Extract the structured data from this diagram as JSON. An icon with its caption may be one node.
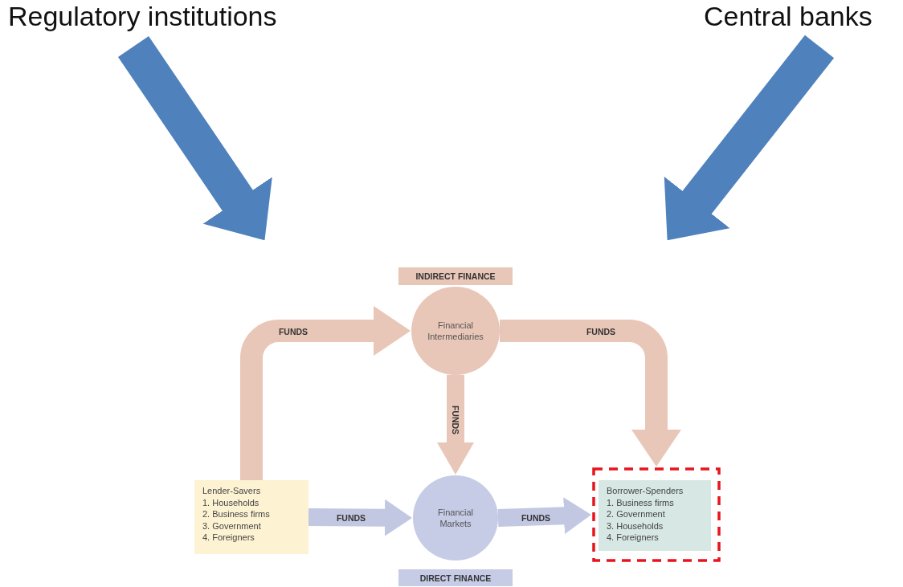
{
  "diagram": {
    "nodes": [
      {
        "text": [
          "Regulatory institutions"
        ]
      },
      {
        "text": [
          "Central banks"
        ]
      },
      {
        "text": [
          "INDIRECT FINANCE"
        ]
      },
      {
        "text": [
          "Financial Intermediaries"
        ]
      },
      {
        "text": [
          "Lender-Savers",
          "1. Households",
          "2. Business firms",
          "3. Government",
          "4. Foreigners"
        ]
      },
      {
        "text": [
          "Financial Markets"
        ]
      },
      {
        "text": [],
        "shape": "box"
      },
      {
        "text": [
          "Borrower-Spenders",
          "1. Business firms",
          "2. Government",
          "3. Households",
          "4. Foreigners"
        ],
        "in": 6
      },
      {
        "text": [
          "DIRECT FINANCE"
        ]
      }
    ],
    "edges": [
      {
        "from": 4,
        "to": 3,
        "arrow": "to",
        "label": "FUNDS"
      },
      {
        "from": 3,
        "to": 6,
        "arrow": "to",
        "label": "FUNDS"
      },
      {
        "from": 3,
        "to": 5,
        "arrow": "to",
        "label": "FUNDS"
      },
      {
        "from": 4,
        "to": 5,
        "arrow": "to",
        "label": "FUNDS",
        "color": "#c3c8e2"
      },
      {
        "from": 5,
        "to": 6,
        "arrow": "to",
        "label": "FUNDS",
        "color": "#c3c8e2"
      },
      {
        "from": 0,
        "to": null,
        "arrow": "to",
        "color": "#4f81bd"
      },
      {
        "from": 1,
        "to": null,
        "arrow": "to",
        "color": "#4f81bd"
      }
    ]
  }
}
